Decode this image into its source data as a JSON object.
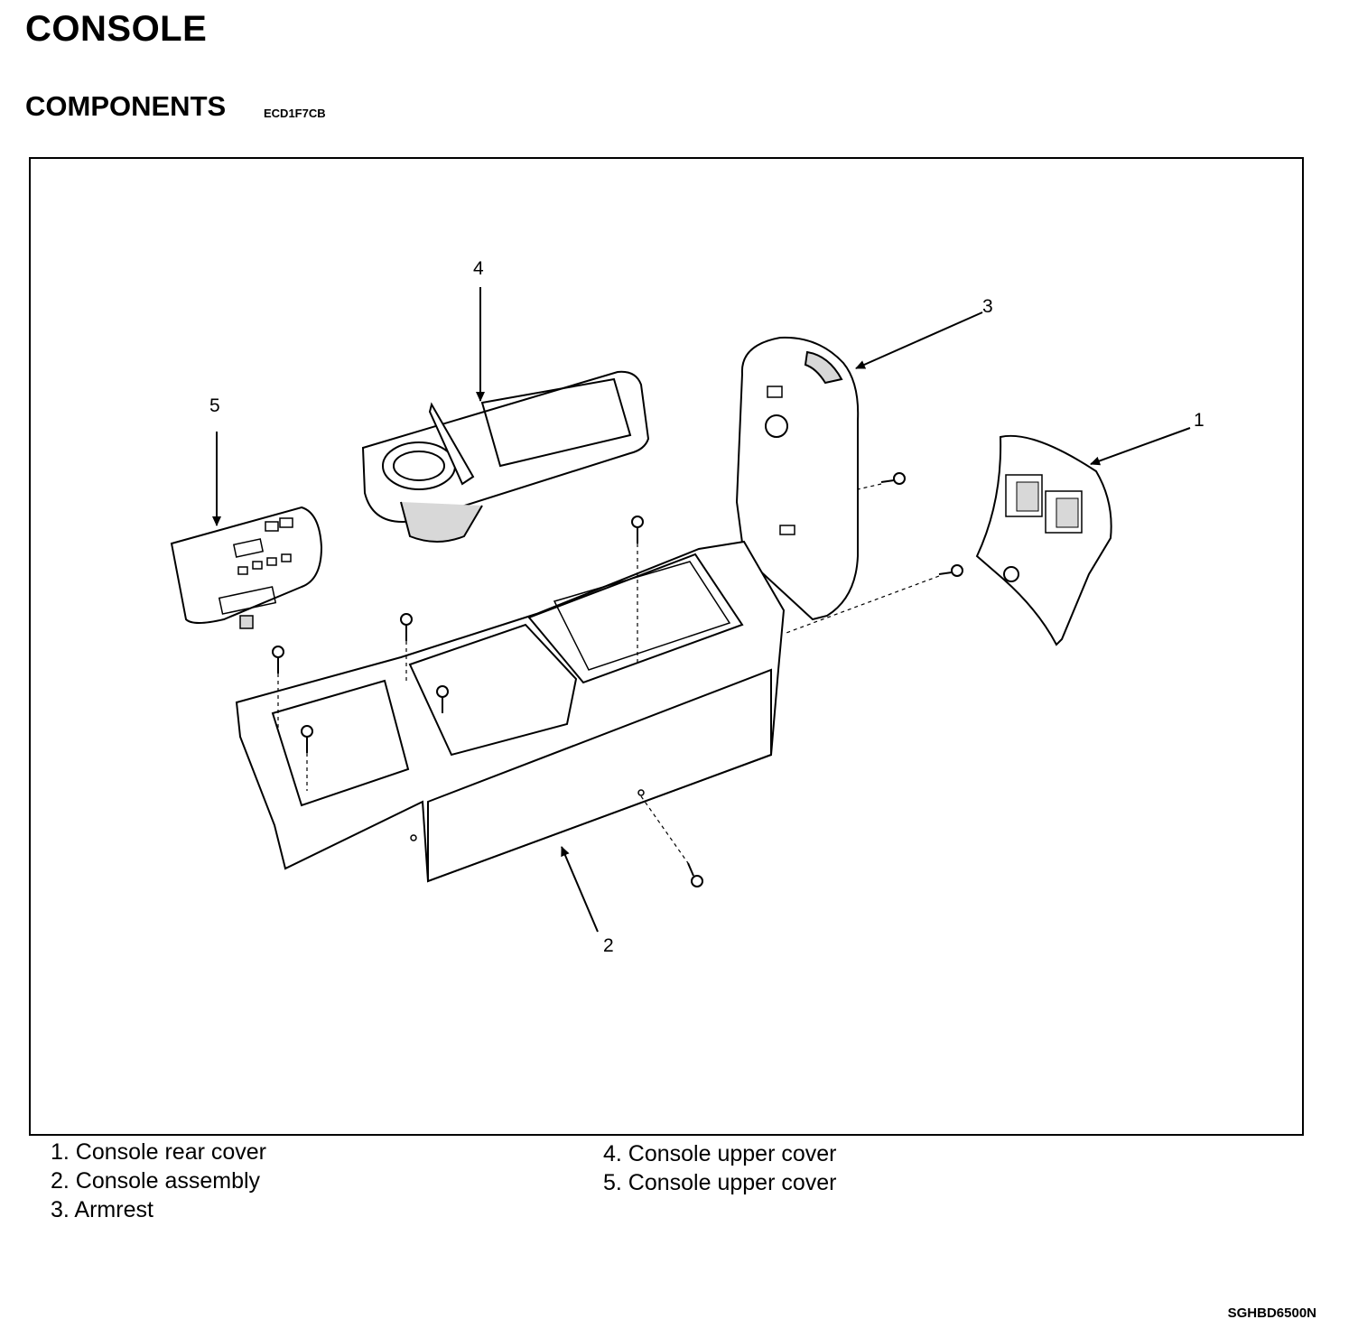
{
  "header": {
    "title": "CONSOLE",
    "subtitle": "COMPONENTS",
    "section_code": "ECD1F7CB"
  },
  "callouts": [
    "1",
    "2",
    "3",
    "4",
    "5"
  ],
  "legend": {
    "left": [
      "1. Console rear cover",
      "2. Console assembly",
      "3. Armrest"
    ],
    "right": [
      "4. Console upper cover",
      "5. Console upper cover"
    ]
  },
  "footer": {
    "figure_code": "SGHBD6500N"
  },
  "colors": {
    "line": "#000000",
    "part_fill": "#ffffff",
    "shade": "#d8d8d8"
  }
}
